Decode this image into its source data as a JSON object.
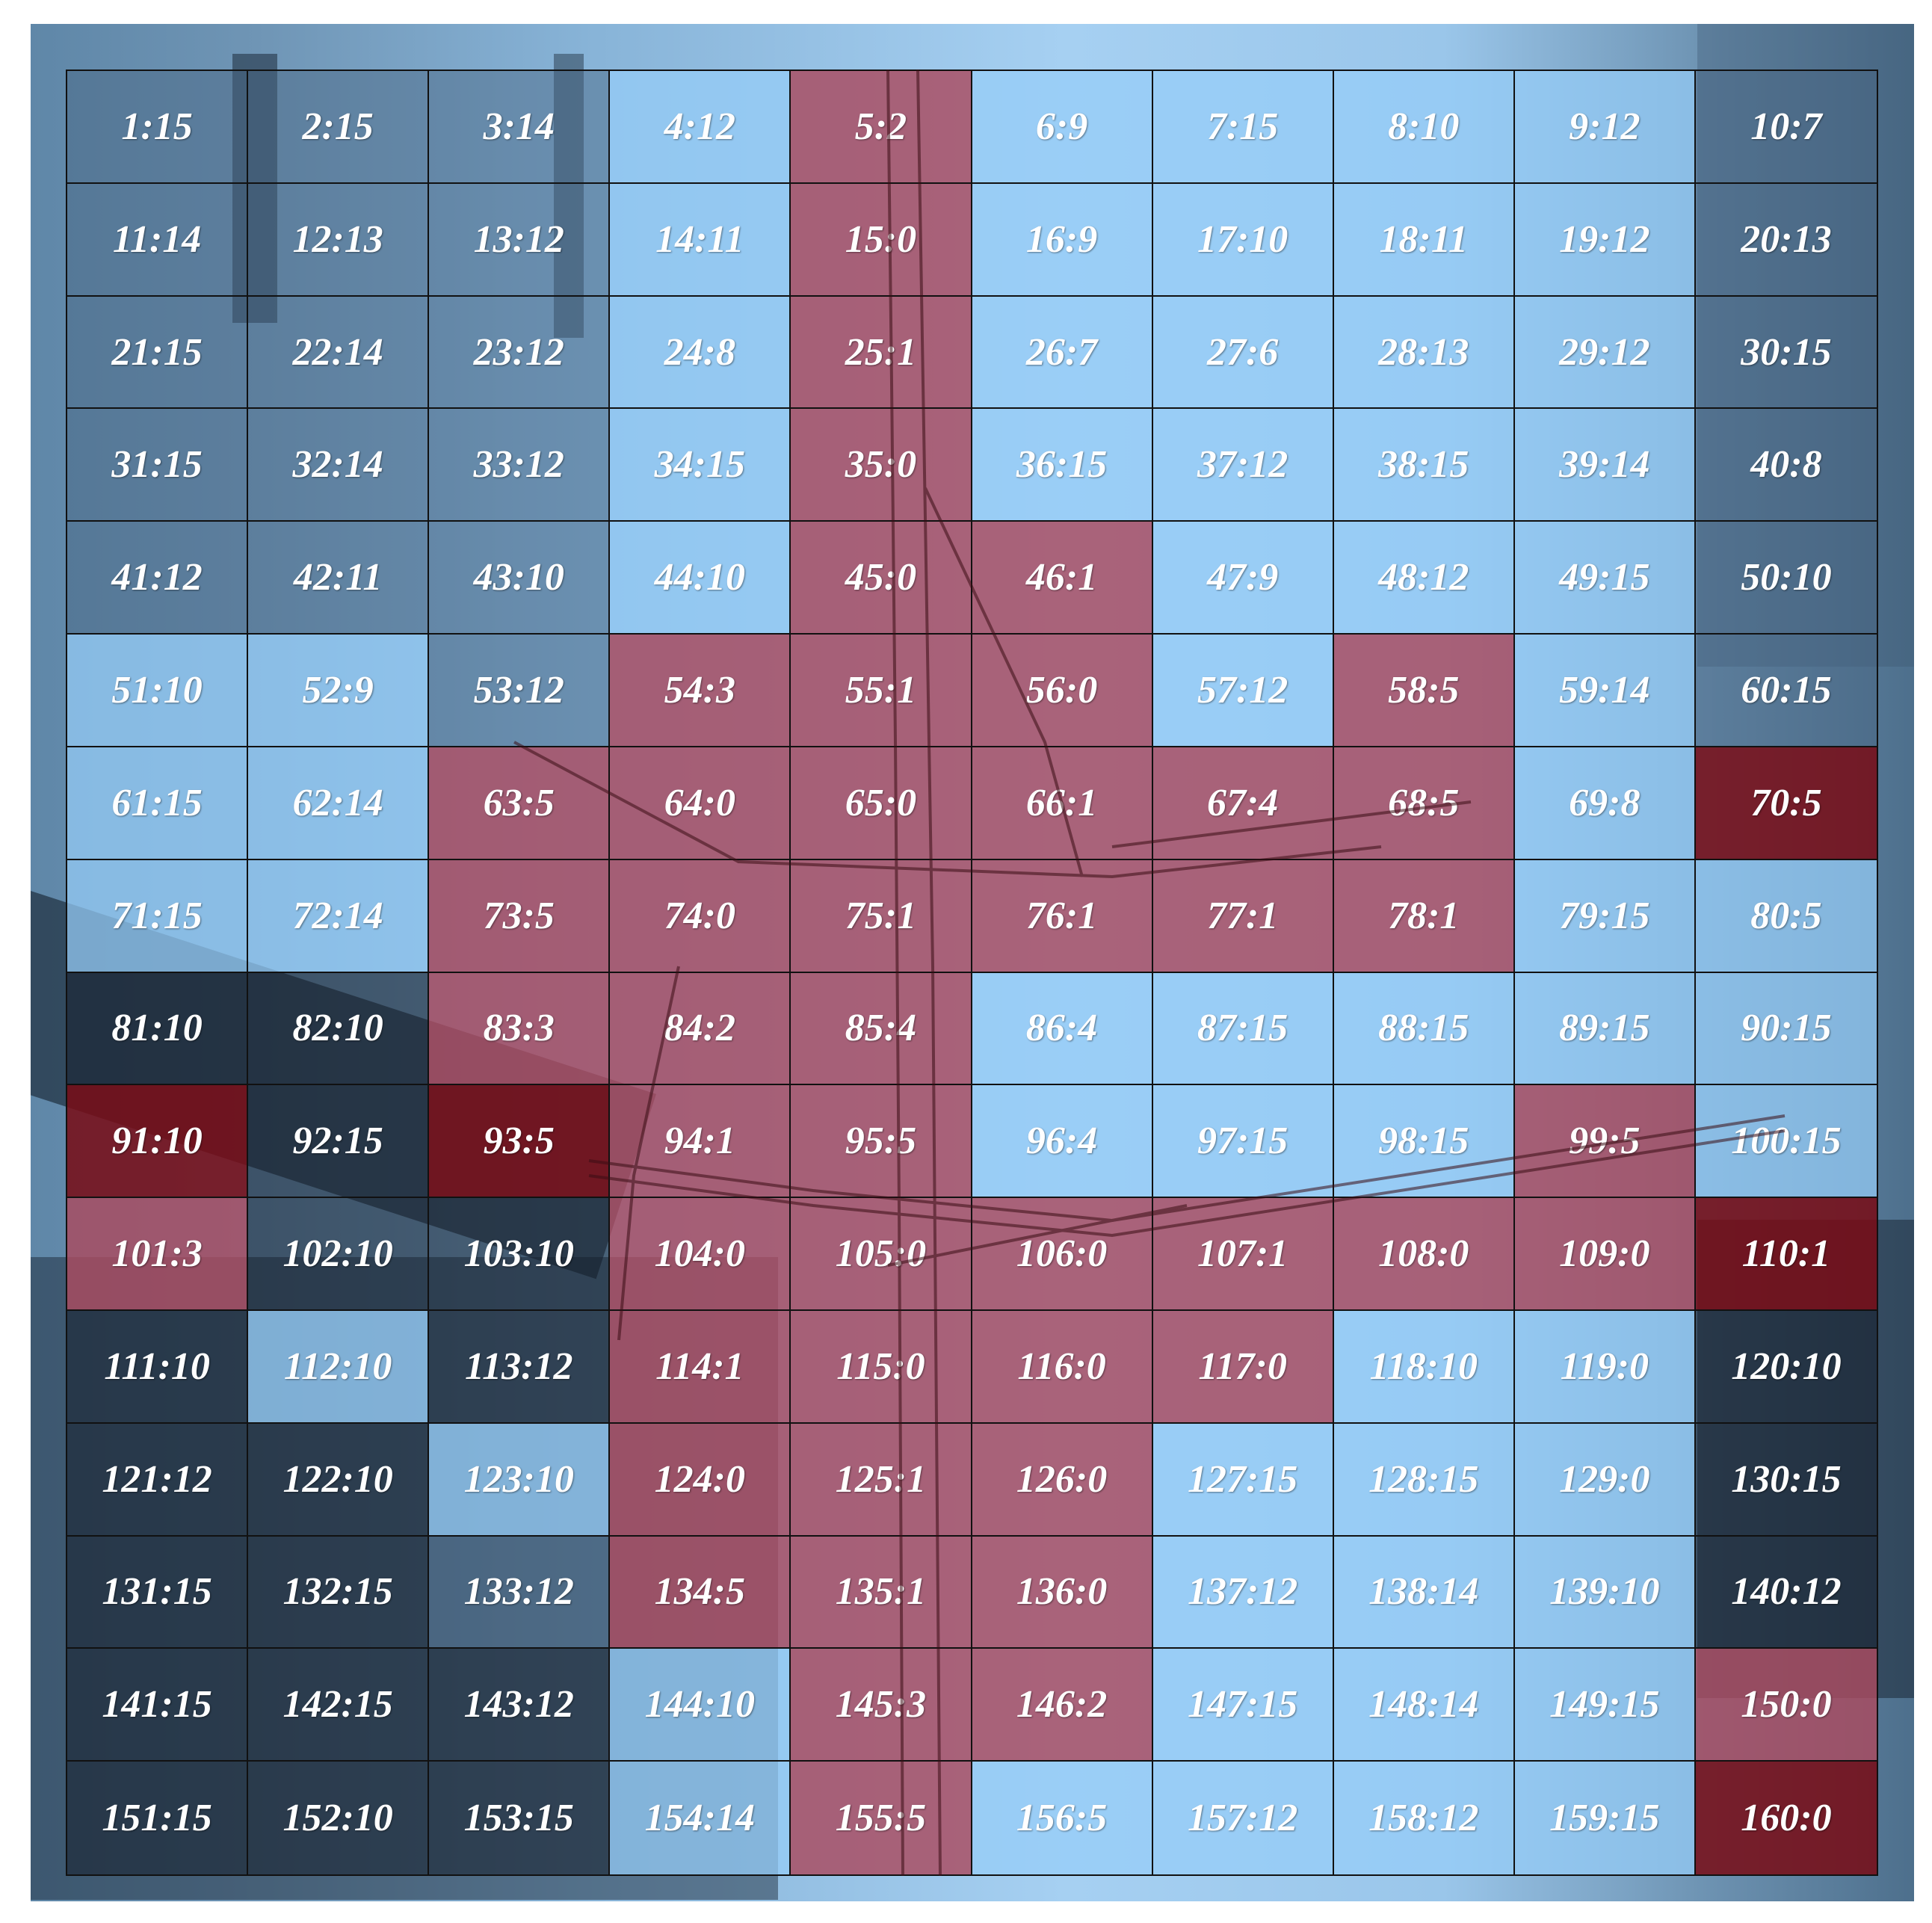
{
  "grid": {
    "columns": 10,
    "rows": 16,
    "cells": [
      {
        "label": "1:15",
        "tone": "dk"
      },
      {
        "label": "2:15",
        "tone": "dk"
      },
      {
        "label": "3:14",
        "tone": "dk"
      },
      {
        "label": "4:12",
        "tone": "lb"
      },
      {
        "label": "5:2",
        "tone": "rd"
      },
      {
        "label": "6:9",
        "tone": "lb"
      },
      {
        "label": "7:15",
        "tone": "lb"
      },
      {
        "label": "8:10",
        "tone": "lb"
      },
      {
        "label": "9:12",
        "tone": "lb"
      },
      {
        "label": "10:7",
        "tone": "dk"
      },
      {
        "label": "11:14",
        "tone": "dk"
      },
      {
        "label": "12:13",
        "tone": "dk"
      },
      {
        "label": "13:12",
        "tone": "dk"
      },
      {
        "label": "14:11",
        "tone": "lb"
      },
      {
        "label": "15:0",
        "tone": "rd"
      },
      {
        "label": "16:9",
        "tone": "lb"
      },
      {
        "label": "17:10",
        "tone": "lb"
      },
      {
        "label": "18:11",
        "tone": "lb"
      },
      {
        "label": "19:12",
        "tone": "lb"
      },
      {
        "label": "20:13",
        "tone": "dk"
      },
      {
        "label": "21:15",
        "tone": "dk"
      },
      {
        "label": "22:14",
        "tone": "dk"
      },
      {
        "label": "23:12",
        "tone": "dk"
      },
      {
        "label": "24:8",
        "tone": "lb"
      },
      {
        "label": "25:1",
        "tone": "rd"
      },
      {
        "label": "26:7",
        "tone": "lb"
      },
      {
        "label": "27:6",
        "tone": "lb"
      },
      {
        "label": "28:13",
        "tone": "lb"
      },
      {
        "label": "29:12",
        "tone": "lb"
      },
      {
        "label": "30:15",
        "tone": "dk"
      },
      {
        "label": "31:15",
        "tone": "dk"
      },
      {
        "label": "32:14",
        "tone": "dk"
      },
      {
        "label": "33:12",
        "tone": "dk"
      },
      {
        "label": "34:15",
        "tone": "lb"
      },
      {
        "label": "35:0",
        "tone": "rd"
      },
      {
        "label": "36:15",
        "tone": "lb"
      },
      {
        "label": "37:12",
        "tone": "lb"
      },
      {
        "label": "38:15",
        "tone": "lb"
      },
      {
        "label": "39:14",
        "tone": "lb"
      },
      {
        "label": "40:8",
        "tone": "dk"
      },
      {
        "label": "41:12",
        "tone": "dk"
      },
      {
        "label": "42:11",
        "tone": "dk"
      },
      {
        "label": "43:10",
        "tone": "dk"
      },
      {
        "label": "44:10",
        "tone": "lb"
      },
      {
        "label": "45:0",
        "tone": "rd"
      },
      {
        "label": "46:1",
        "tone": "rd"
      },
      {
        "label": "47:9",
        "tone": "lb"
      },
      {
        "label": "48:12",
        "tone": "lb"
      },
      {
        "label": "49:15",
        "tone": "lb"
      },
      {
        "label": "50:10",
        "tone": "dk"
      },
      {
        "label": "51:10",
        "tone": "lb"
      },
      {
        "label": "52:9",
        "tone": "lb"
      },
      {
        "label": "53:12",
        "tone": "dk"
      },
      {
        "label": "54:3",
        "tone": "rd"
      },
      {
        "label": "55:1",
        "tone": "rd"
      },
      {
        "label": "56:0",
        "tone": "rd"
      },
      {
        "label": "57:12",
        "tone": "lb"
      },
      {
        "label": "58:5",
        "tone": "rd"
      },
      {
        "label": "59:14",
        "tone": "lb"
      },
      {
        "label": "60:15",
        "tone": "dk"
      },
      {
        "label": "61:15",
        "tone": "lb"
      },
      {
        "label": "62:14",
        "tone": "lb"
      },
      {
        "label": "63:5",
        "tone": "rd"
      },
      {
        "label": "64:0",
        "tone": "rd"
      },
      {
        "label": "65:0",
        "tone": "rd"
      },
      {
        "label": "66:1",
        "tone": "rd"
      },
      {
        "label": "67:4",
        "tone": "rd"
      },
      {
        "label": "68:5",
        "tone": "rd"
      },
      {
        "label": "69:8",
        "tone": "lb"
      },
      {
        "label": "70:5",
        "tone": "dr"
      },
      {
        "label": "71:15",
        "tone": "lb"
      },
      {
        "label": "72:14",
        "tone": "lb"
      },
      {
        "label": "73:5",
        "tone": "rd"
      },
      {
        "label": "74:0",
        "tone": "rd"
      },
      {
        "label": "75:1",
        "tone": "rd"
      },
      {
        "label": "76:1",
        "tone": "rd"
      },
      {
        "label": "77:1",
        "tone": "rd"
      },
      {
        "label": "78:1",
        "tone": "rd"
      },
      {
        "label": "79:15",
        "tone": "lb"
      },
      {
        "label": "80:5",
        "tone": "lb"
      },
      {
        "label": "81:10",
        "tone": "vd"
      },
      {
        "label": "82:10",
        "tone": "vd"
      },
      {
        "label": "83:3",
        "tone": "rd"
      },
      {
        "label": "84:2",
        "tone": "rd"
      },
      {
        "label": "85:4",
        "tone": "rd"
      },
      {
        "label": "86:4",
        "tone": "lb"
      },
      {
        "label": "87:15",
        "tone": "lb"
      },
      {
        "label": "88:15",
        "tone": "lb"
      },
      {
        "label": "89:15",
        "tone": "lb"
      },
      {
        "label": "90:15",
        "tone": "lb"
      },
      {
        "label": "91:10",
        "tone": "dr"
      },
      {
        "label": "92:15",
        "tone": "vd"
      },
      {
        "label": "93:5",
        "tone": "dr"
      },
      {
        "label": "94:1",
        "tone": "rd"
      },
      {
        "label": "95:5",
        "tone": "rd"
      },
      {
        "label": "96:4",
        "tone": "lb"
      },
      {
        "label": "97:15",
        "tone": "lb"
      },
      {
        "label": "98:15",
        "tone": "lb"
      },
      {
        "label": "99:5",
        "tone": "rd"
      },
      {
        "label": "100:15",
        "tone": "lb"
      },
      {
        "label": "101:3",
        "tone": "rd"
      },
      {
        "label": "102:10",
        "tone": "vd"
      },
      {
        "label": "103:10",
        "tone": "vd"
      },
      {
        "label": "104:0",
        "tone": "rd"
      },
      {
        "label": "105:0",
        "tone": "rd"
      },
      {
        "label": "106:0",
        "tone": "rd"
      },
      {
        "label": "107:1",
        "tone": "rd"
      },
      {
        "label": "108:0",
        "tone": "rd"
      },
      {
        "label": "109:0",
        "tone": "rd"
      },
      {
        "label": "110:1",
        "tone": "dr"
      },
      {
        "label": "111:10",
        "tone": "vd"
      },
      {
        "label": "112:10",
        "tone": "lb"
      },
      {
        "label": "113:12",
        "tone": "vd"
      },
      {
        "label": "114:1",
        "tone": "rd"
      },
      {
        "label": "115:0",
        "tone": "rd"
      },
      {
        "label": "116:0",
        "tone": "rd"
      },
      {
        "label": "117:0",
        "tone": "rd"
      },
      {
        "label": "118:10",
        "tone": "lb"
      },
      {
        "label": "119:0",
        "tone": "lb"
      },
      {
        "label": "120:10",
        "tone": "vd"
      },
      {
        "label": "121:12",
        "tone": "vd"
      },
      {
        "label": "122:10",
        "tone": "vd"
      },
      {
        "label": "123:10",
        "tone": "lb"
      },
      {
        "label": "124:0",
        "tone": "rd"
      },
      {
        "label": "125:1",
        "tone": "rd"
      },
      {
        "label": "126:0",
        "tone": "rd"
      },
      {
        "label": "127:15",
        "tone": "lb"
      },
      {
        "label": "128:15",
        "tone": "lb"
      },
      {
        "label": "129:0",
        "tone": "lb"
      },
      {
        "label": "130:15",
        "tone": "vd"
      },
      {
        "label": "131:15",
        "tone": "vd"
      },
      {
        "label": "132:15",
        "tone": "vd"
      },
      {
        "label": "133:12",
        "tone": "dk"
      },
      {
        "label": "134:5",
        "tone": "rd"
      },
      {
        "label": "135:1",
        "tone": "rd"
      },
      {
        "label": "136:0",
        "tone": "rd"
      },
      {
        "label": "137:12",
        "tone": "lb"
      },
      {
        "label": "138:14",
        "tone": "lb"
      },
      {
        "label": "139:10",
        "tone": "lb"
      },
      {
        "label": "140:12",
        "tone": "vd"
      },
      {
        "label": "141:15",
        "tone": "vd"
      },
      {
        "label": "142:15",
        "tone": "vd"
      },
      {
        "label": "143:12",
        "tone": "vd"
      },
      {
        "label": "144:10",
        "tone": "lb"
      },
      {
        "label": "145:3",
        "tone": "rd"
      },
      {
        "label": "146:2",
        "tone": "rd"
      },
      {
        "label": "147:15",
        "tone": "lb"
      },
      {
        "label": "148:14",
        "tone": "lb"
      },
      {
        "label": "149:15",
        "tone": "lb"
      },
      {
        "label": "150:0",
        "tone": "rd"
      },
      {
        "label": "151:15",
        "tone": "vd"
      },
      {
        "label": "152:10",
        "tone": "vd"
      },
      {
        "label": "153:15",
        "tone": "vd"
      },
      {
        "label": "154:14",
        "tone": "lb"
      },
      {
        "label": "155:5",
        "tone": "rd"
      },
      {
        "label": "156:5",
        "tone": "lb"
      },
      {
        "label": "157:12",
        "tone": "lb"
      },
      {
        "label": "158:12",
        "tone": "lb"
      },
      {
        "label": "159:15",
        "tone": "lb"
      },
      {
        "label": "160:0",
        "tone": "dr"
      }
    ]
  }
}
